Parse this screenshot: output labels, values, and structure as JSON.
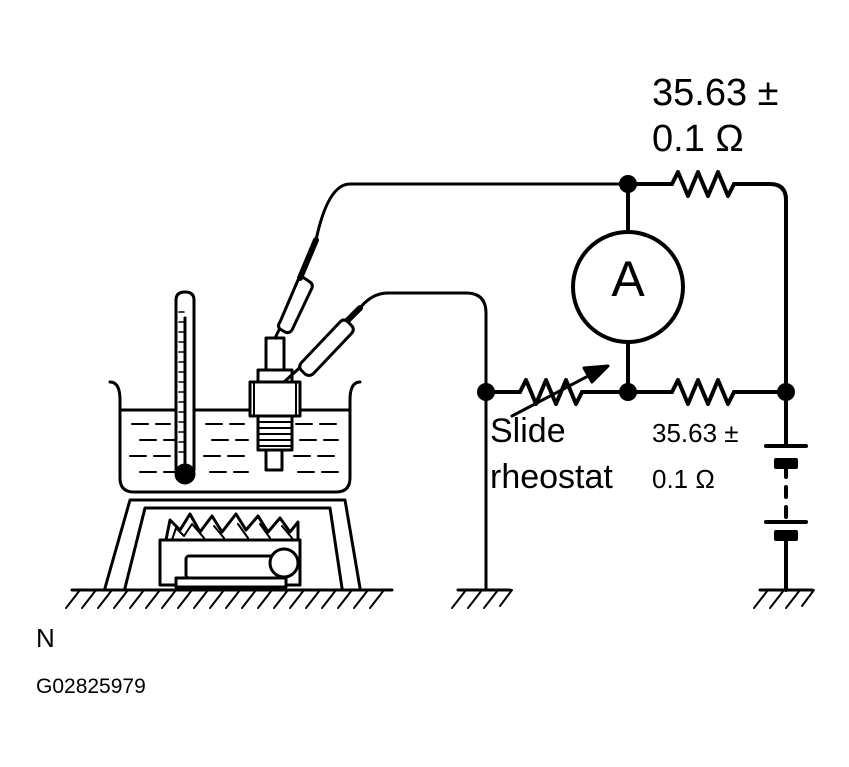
{
  "labels": {
    "top_resistor_line1": "35.63 ±",
    "top_resistor_line2": "0.1 Ω",
    "bottom_resistor_line1": "35.63 ±",
    "bottom_resistor_line2": "0.1 Ω",
    "rheostat_line1": "Slide",
    "rheostat_line2": "rheostat",
    "ammeter": "A",
    "corner_letter": "N",
    "figure_code": "G02825979"
  },
  "colors": {
    "ink": "#000000",
    "paper": "#ffffff"
  }
}
